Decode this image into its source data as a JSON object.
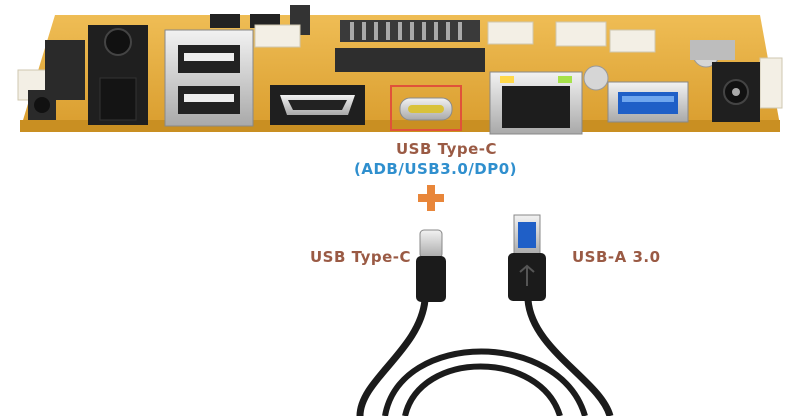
{
  "labels": {
    "board_port_name": "USB Type-C",
    "board_port_modes": "(ADB/USB3.0/DP0)",
    "plus_symbol": "+",
    "cable_end_left": "USB Type-C",
    "cable_end_right": "USB-A 3.0"
  },
  "colors": {
    "pcb": "#e2a83a",
    "pcb_dark": "#c98f22",
    "highlight_box": "#e0523a",
    "port_label": "#9a5a44",
    "mode_label": "#2f8fce",
    "plus": "#e8863a",
    "cable": "#1b1b1b"
  }
}
